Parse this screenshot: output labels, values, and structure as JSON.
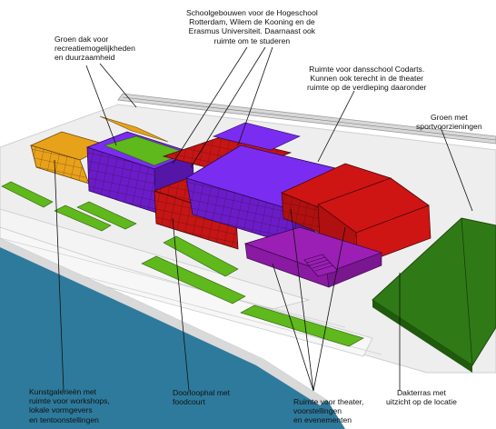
{
  "annotations": {
    "green_roof": [
      "Groen dak voor",
      "recreatiemogelijkheden",
      "en duurzaamheid"
    ],
    "school_buildings": [
      "Schoolgebouwen voor de Hogeschool",
      "Rotterdam, Wilem de Kooning en de",
      "Erasmus Universiteit. Daarnaast ook",
      "ruimte om te studeren"
    ],
    "dance_school": [
      "Ruimte voor dansschool Codarts.",
      "Kunnen ook terecht in de theater",
      "ruimte op de verdieping daaronder"
    ],
    "sports_green": [
      "Groen met",
      "sportvoorzieningen"
    ],
    "art_galleries": [
      "Kunstgalerieën met",
      "ruimte voor workshops,",
      "lokale vormgevers",
      "en tentoonstellingen"
    ],
    "passage_hall": [
      "Doorloophal met",
      "foodcourt"
    ],
    "theater_space": [
      "Ruimte voor theater,",
      "voorstellingen",
      "en evenementen"
    ],
    "roof_terrace": [
      "Dakterras met",
      "uitzicht op de locatie"
    ]
  },
  "colors": {
    "education": "#6a1cc9",
    "education_roof": "#7a2df0",
    "passage": "#c61515",
    "dance": "#cf1414",
    "theater": "#9b1fb5",
    "gallery": "#e8a21a",
    "green": "#5fb81c",
    "sports_field": "#2f7a16",
    "water": "#2e7a9c",
    "ground": "#ececec"
  }
}
